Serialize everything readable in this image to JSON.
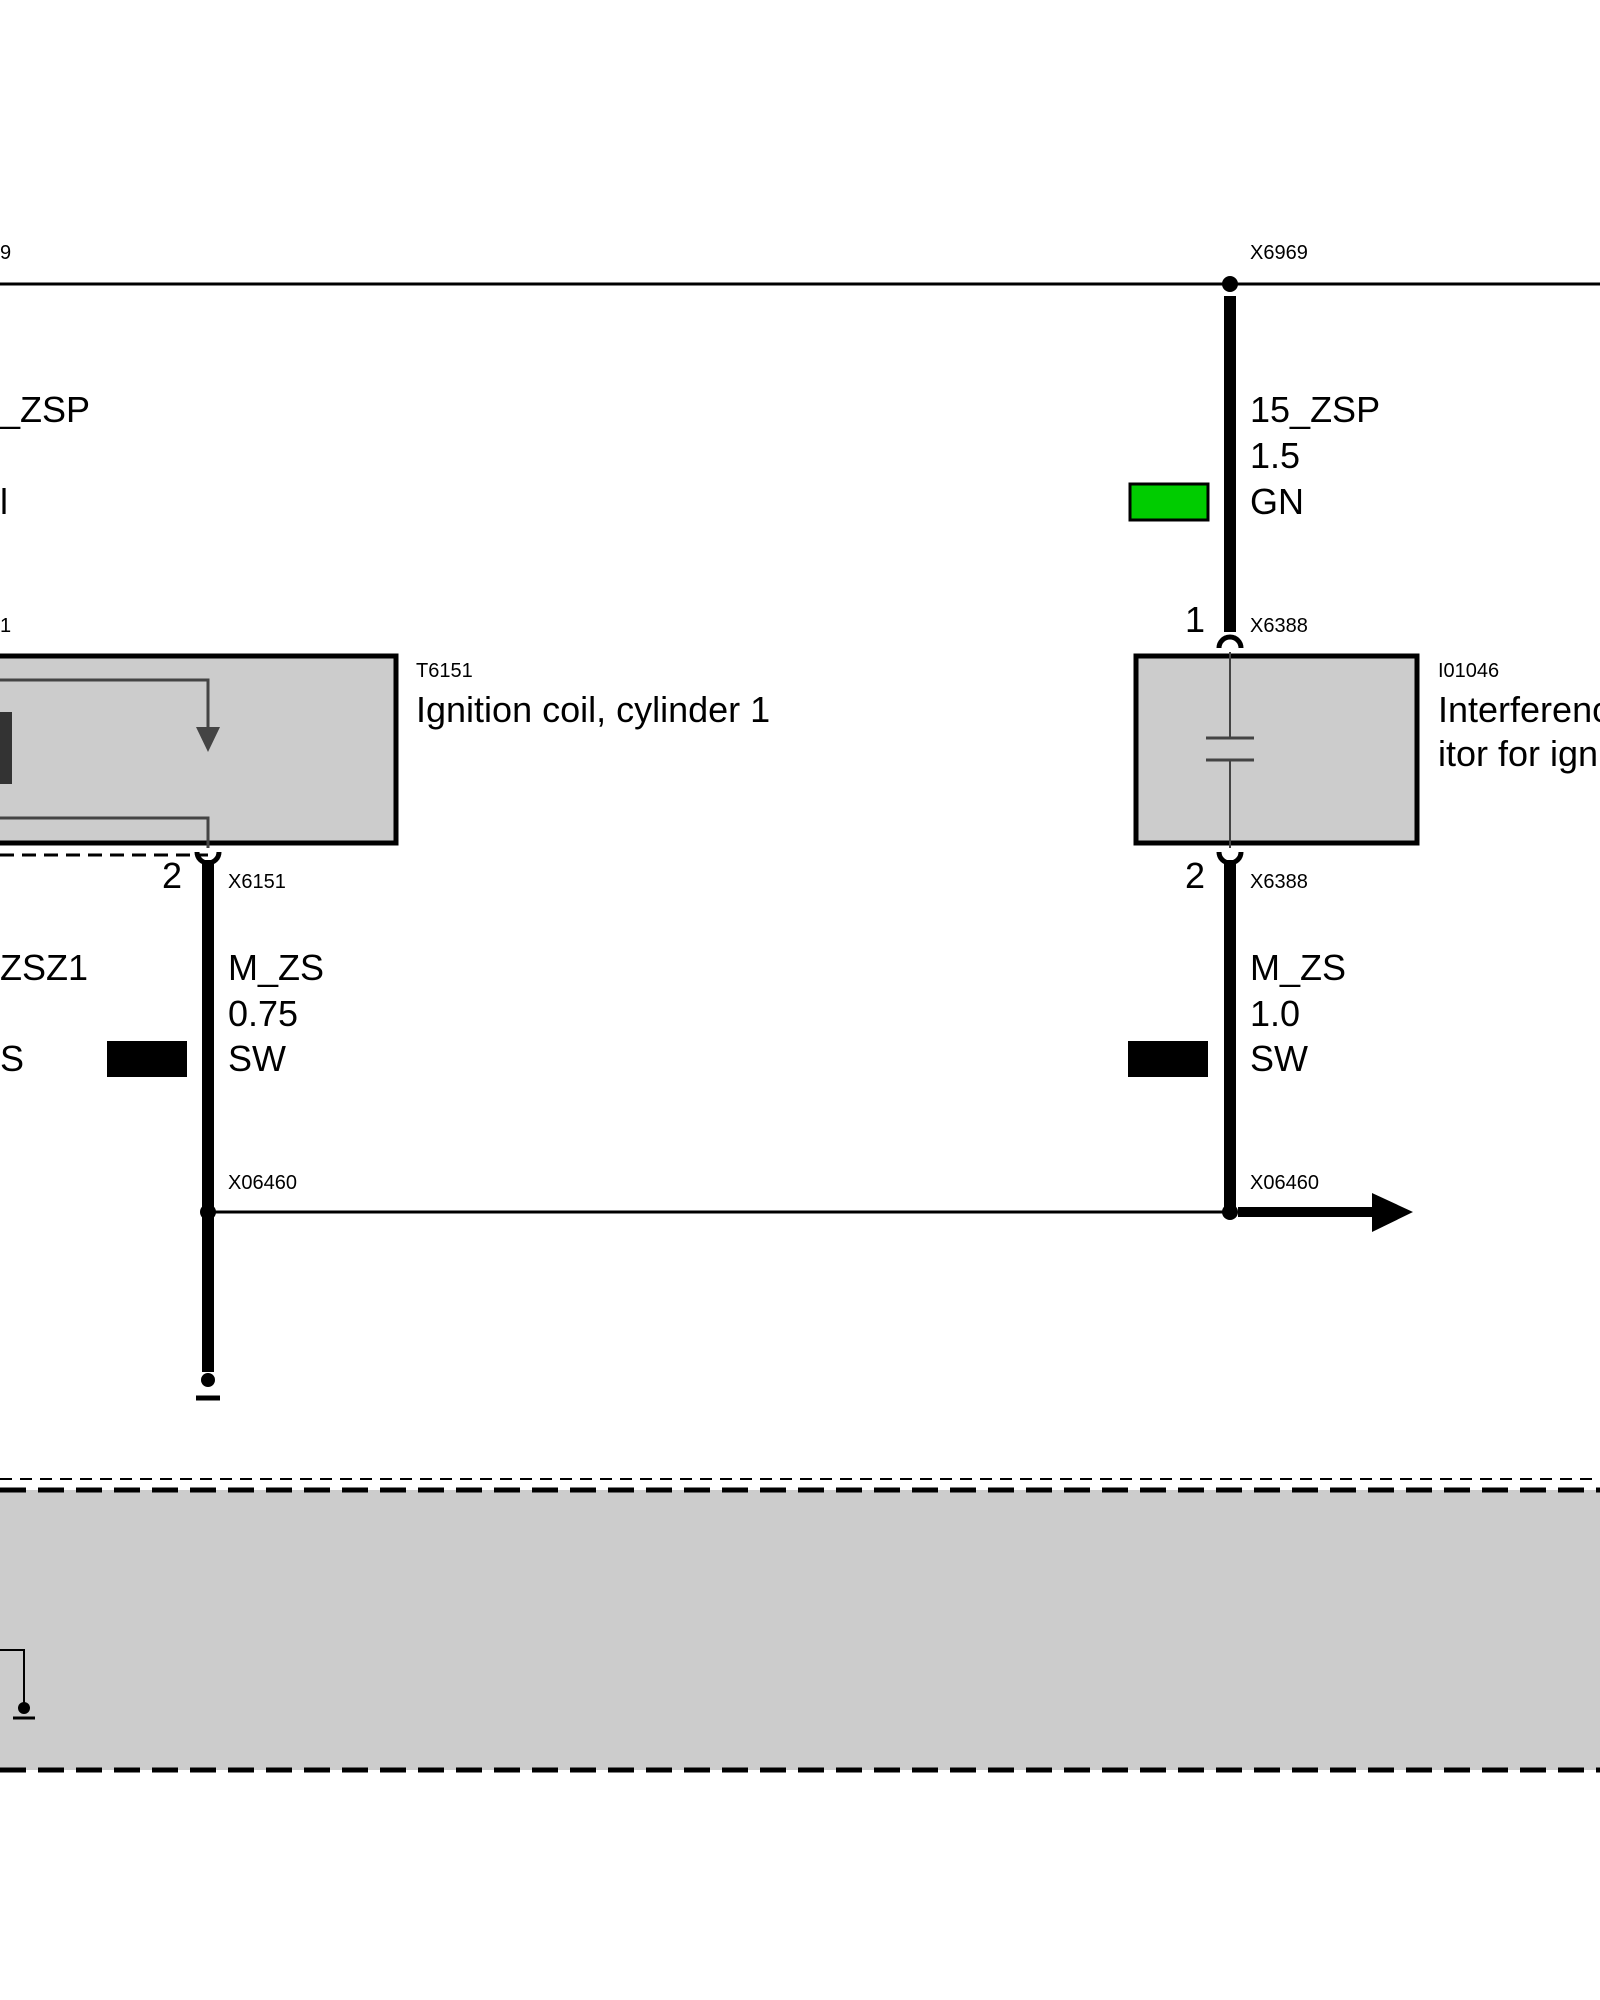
{
  "colors": {
    "line": "#000000",
    "box_fill": "#cccccc",
    "wire_green": "#00cc00",
    "wire_black": "#000000"
  },
  "connectors": {
    "x6969_left_partial": "9",
    "x6969_right": "X6969",
    "x6151_top_partial": "1",
    "x6388_top": "X6388",
    "x6151_bottom": "X6151",
    "x6388_bottom": "X6388",
    "x06460_left": "X06460",
    "x06460_right": "X06460"
  },
  "pins": {
    "x6388_pin1": "1",
    "x6151_pin2": "2",
    "x6388_pin2": "2"
  },
  "components": {
    "ignition_coil": {
      "id": "T6151",
      "name": "Ignition coil, cylinder 1"
    },
    "interference_capacitor": {
      "id": "I01046",
      "name_line1": "Interferenc",
      "name_line2": "itor for igni"
    }
  },
  "wires": {
    "left_top_partial": {
      "signal": "_ZSP",
      "color_code": "l"
    },
    "right_top": {
      "signal": "15_ZSP",
      "size": "1.5",
      "color_code": "GN"
    },
    "left_bottom_partial": {
      "signal": "ZSZ1",
      "color_code": "S"
    },
    "center_bottom": {
      "signal": "M_ZS",
      "size": "0.75",
      "color_code": "SW"
    },
    "right_bottom": {
      "signal": "M_ZS",
      "size": "1.0",
      "color_code": "SW"
    }
  }
}
